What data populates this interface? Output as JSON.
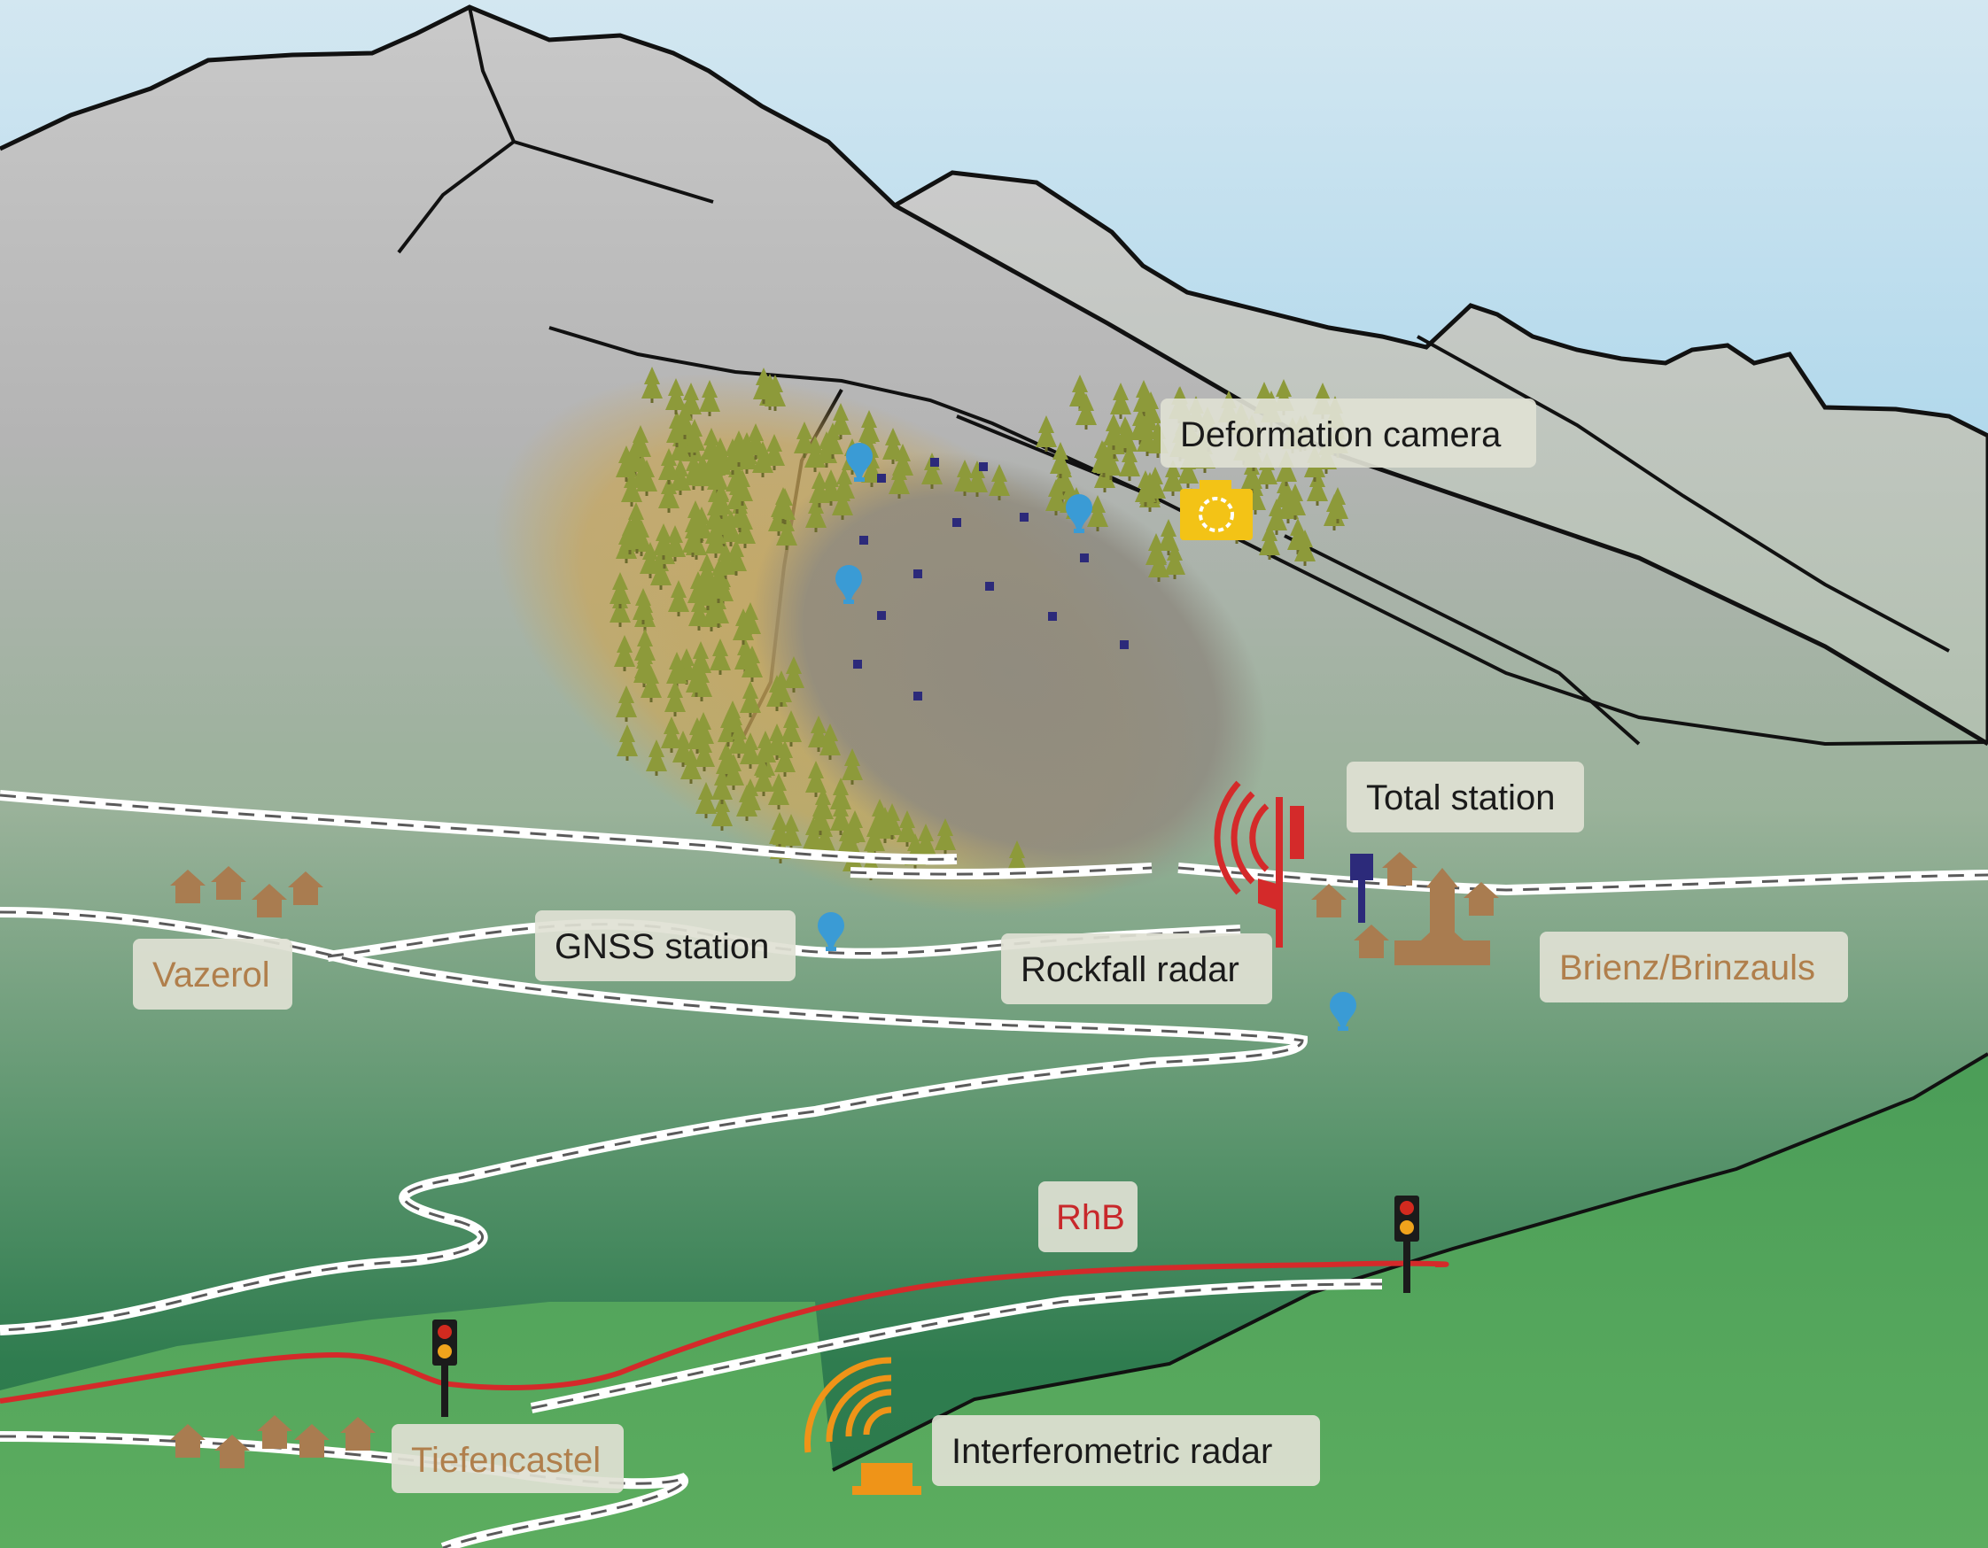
{
  "labels": {
    "deformation_camera": "Deformation camera",
    "total_station": "Total station",
    "gnss_station": "GNSS station",
    "rockfall_radar": "Rockfall radar",
    "vazerol": "Vazerol",
    "brienz": "Brienz/Brinzauls",
    "rhb": "RhB",
    "tiefencastel": "Tiefencastel",
    "interferometric_radar": "Interferometric radar"
  },
  "colors": {
    "sky_top": "#cfe3ee",
    "sky_bottom": "#6db8df",
    "mountain_grey": "#c4c4c4",
    "valley_green": "#2e7d4f",
    "foreground_green": "#5aa65c",
    "landslide_tan": "#c8a85a",
    "railway_red": "#d42a2a",
    "village_brown": "#a97c50",
    "gnss_blue": "#3a9bd5",
    "camera_yellow": "#f3c316",
    "interferometric_orange": "#ef9418",
    "label_box": "#dfe1d4"
  }
}
